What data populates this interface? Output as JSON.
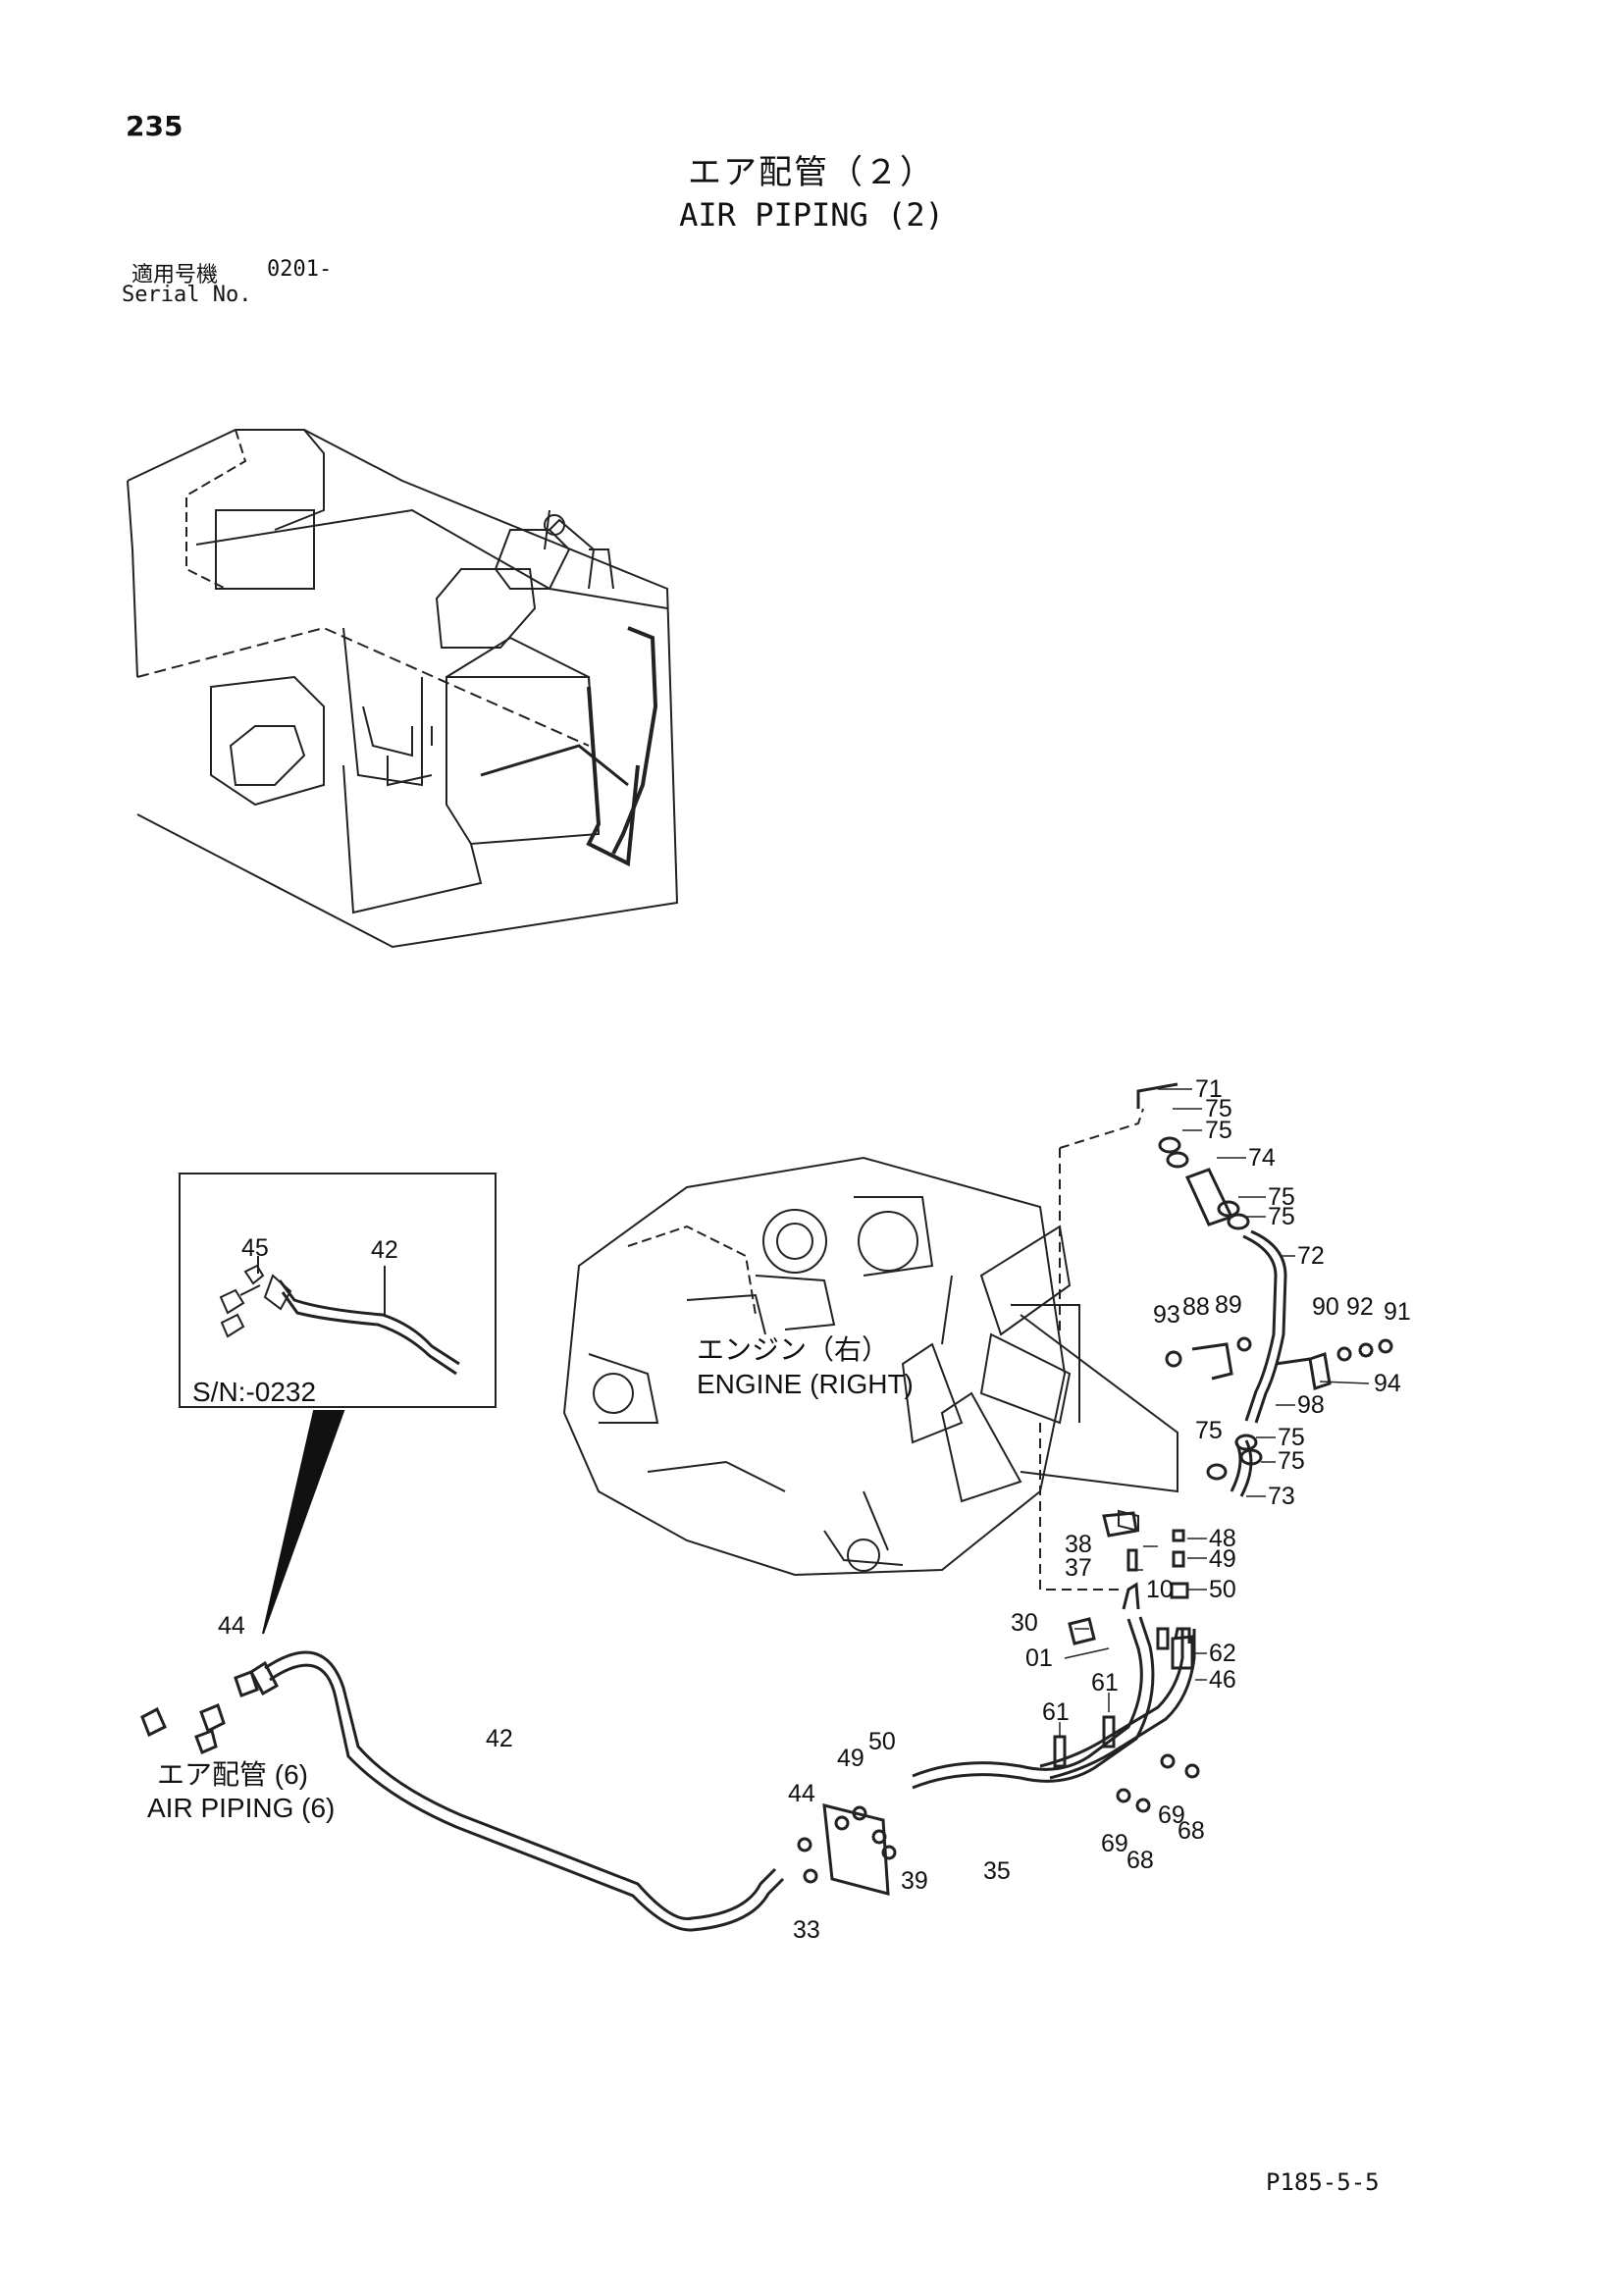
{
  "page_number": "235",
  "title_jp": "エア配管（２）",
  "title_en": "AIR PIPING (2)",
  "serial": {
    "label_jp": "適用号機",
    "range": "0201-",
    "label_en": "Serial No."
  },
  "page_code": "P185-5-5",
  "inset": {
    "serial_note": "S/N:-0232",
    "labels": [
      "45",
      "42"
    ]
  },
  "engine_label_jp": "エンジン（右）",
  "engine_label_en": "ENGINE (RIGHT)",
  "ref_label_jp": "エア配管 (6)",
  "ref_label_en": "AIR PIPING (6)",
  "callouts": {
    "c71": "71",
    "c75a": "75",
    "c75b": "75",
    "c74": "74",
    "c75c": "75",
    "c75d": "75",
    "c72": "72",
    "c93": "93",
    "c88": "88",
    "c89": "89",
    "c90": "90",
    "c92": "92",
    "c91": "91",
    "c94": "94",
    "c98": "98",
    "c75e": "75",
    "c75f": "75",
    "c75g": "75",
    "c73": "73",
    "c48": "48",
    "c49": "49",
    "c50a": "50",
    "c38": "38",
    "c37": "37",
    "c10": "10",
    "c30": "30",
    "c01": "01",
    "c62": "62",
    "c46": "46",
    "c61a": "61",
    "c61b": "61",
    "c44a": "44",
    "c42": "42",
    "c50b": "50",
    "c49b": "49",
    "c44b": "44",
    "c33": "33",
    "c39": "39",
    "c35": "35",
    "c69a": "69",
    "c69b": "69",
    "c68a": "68",
    "c68b": "68"
  }
}
